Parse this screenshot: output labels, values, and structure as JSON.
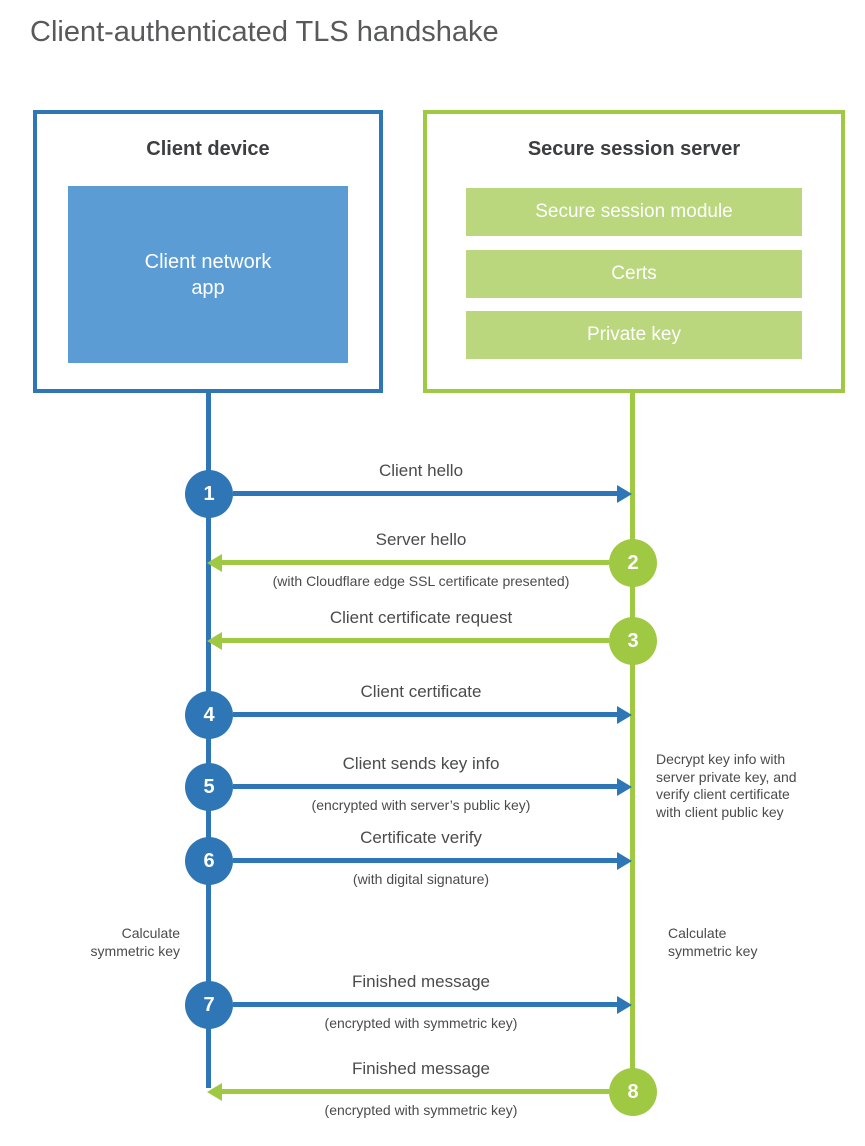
{
  "title": "Client-authenticated TLS handshake",
  "colors": {
    "blue": "#2e76b5",
    "blue_fill": "#5b9cd5",
    "green": "#9fc843",
    "green_fill": "#bad77e"
  },
  "client": {
    "title": "Client device",
    "app_label": "Client network\napp"
  },
  "server": {
    "title": "Secure session server",
    "modules": [
      "Secure session module",
      "Certs",
      "Private key"
    ]
  },
  "steps": [
    {
      "num": "1",
      "actor": "client",
      "label": "Client hello",
      "sublabel": ""
    },
    {
      "num": "2",
      "actor": "server",
      "label": "Server hello",
      "sublabel": "(with Cloudflare edge SSL certificate presented)"
    },
    {
      "num": "3",
      "actor": "server",
      "label": "Client certificate request",
      "sublabel": ""
    },
    {
      "num": "4",
      "actor": "client",
      "label": "Client certificate",
      "sublabel": ""
    },
    {
      "num": "5",
      "actor": "client",
      "label": "Client sends key info",
      "sublabel": "(encrypted with server’s public key)"
    },
    {
      "num": "6",
      "actor": "client",
      "label": "Certificate verify",
      "sublabel": "(with digital signature)"
    },
    {
      "num": "7",
      "actor": "client",
      "label": "Finished message",
      "sublabel": "(encrypted with symmetric key)"
    },
    {
      "num": "8",
      "actor": "server",
      "label": "Finished message",
      "sublabel": "(encrypted with symmetric key)"
    }
  ],
  "notes": {
    "decrypt_note": "Decrypt key info with\nserver private key, and\nverify client certificate\nwith client public key",
    "calc_left": "Calculate\nsymmetric key",
    "calc_right": "Calculate\nsymmetric key"
  }
}
